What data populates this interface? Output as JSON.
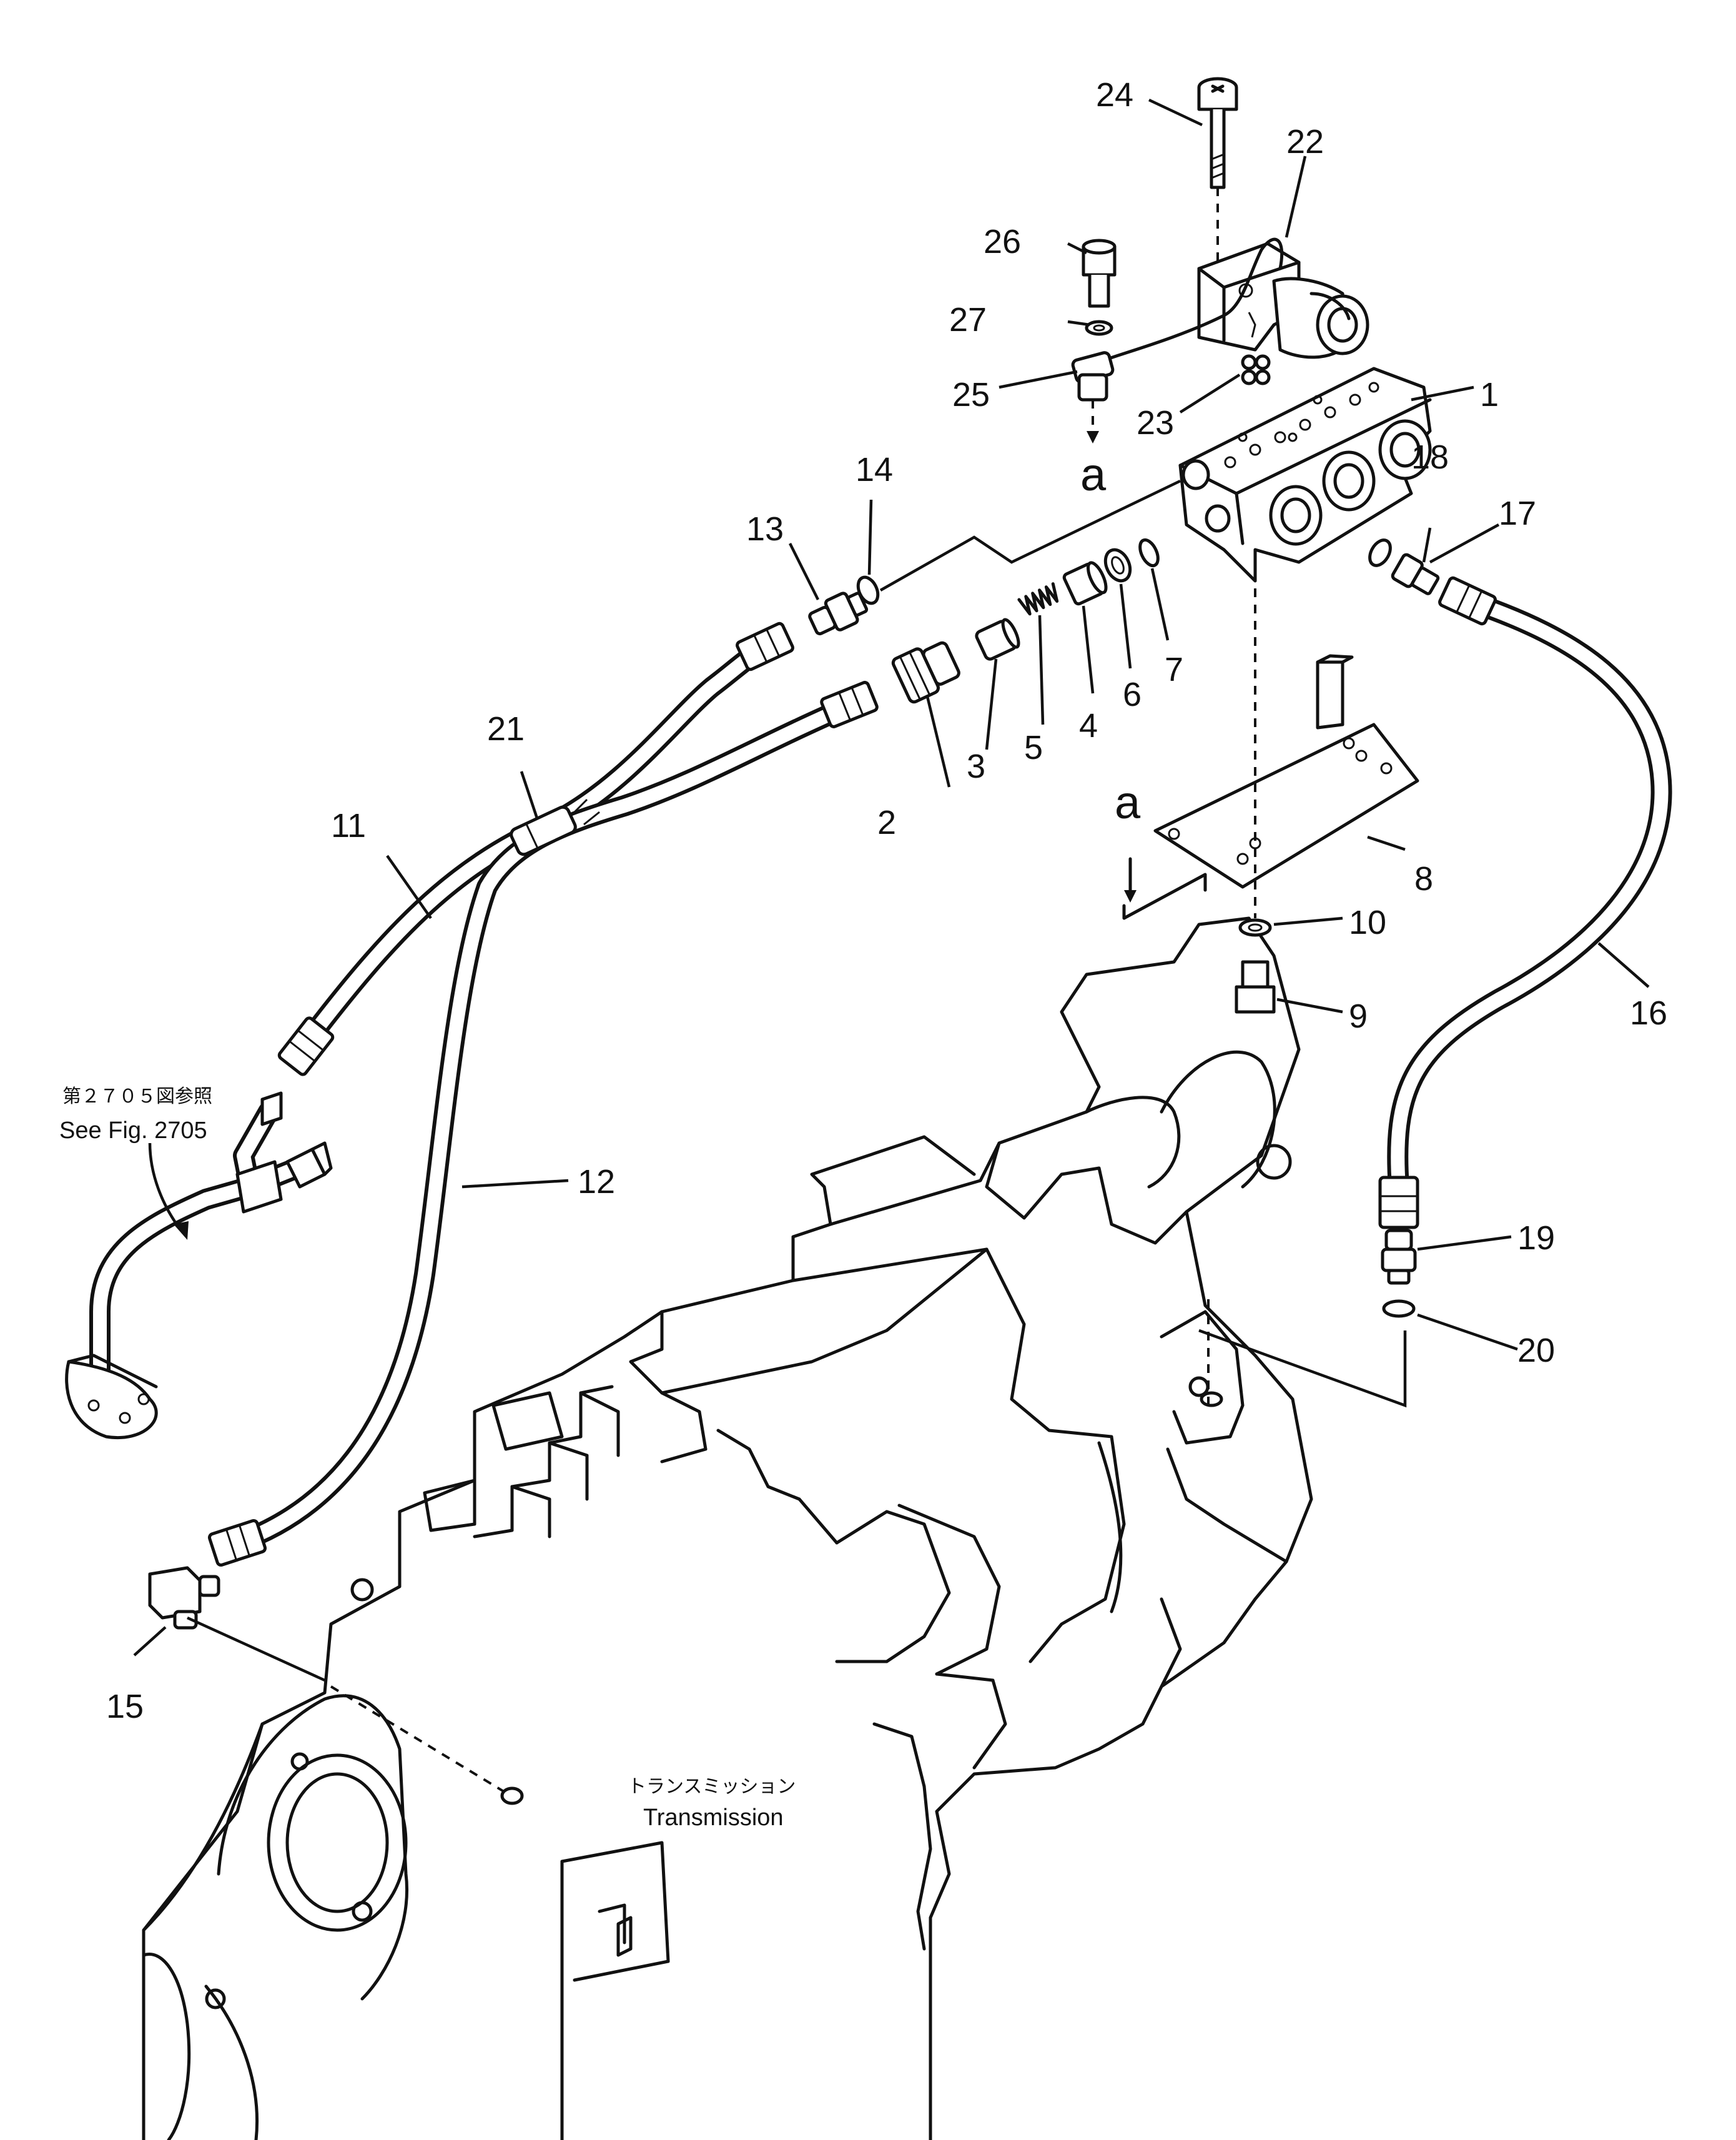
{
  "figure": {
    "callouts": [
      "1",
      "2",
      "3",
      "4",
      "5",
      "6",
      "7",
      "8",
      "9",
      "10",
      "11",
      "12",
      "13",
      "14",
      "15",
      "16",
      "17",
      "18",
      "19",
      "20",
      "21",
      "22",
      "23",
      "24",
      "25",
      "26",
      "27"
    ],
    "view_marks": [
      "a",
      "a"
    ],
    "reference": {
      "jp": "第２７０５図参照",
      "en": "See Fig. 2705"
    },
    "component": {
      "jp": "トランスミッション",
      "en": "Transmission"
    }
  }
}
